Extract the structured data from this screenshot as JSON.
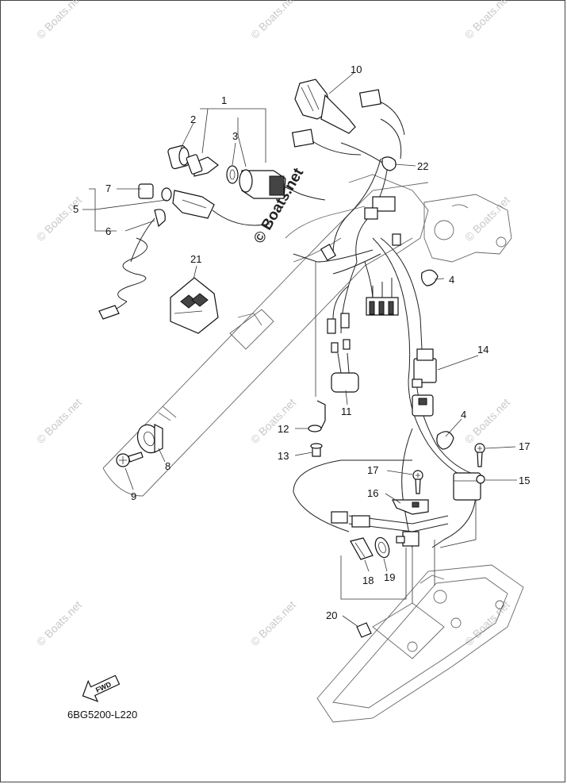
{
  "diagram": {
    "code": "6BG5200-L220",
    "fwd_label": "FWD",
    "watermark_small": "© Boats.net",
    "watermark_large": "© Boats.net",
    "part_labels": [
      {
        "id": "p1",
        "text": "1"
      },
      {
        "id": "p2",
        "text": "2"
      },
      {
        "id": "p3",
        "text": "3"
      },
      {
        "id": "p4a",
        "text": "4"
      },
      {
        "id": "p4b",
        "text": "4"
      },
      {
        "id": "p5",
        "text": "5"
      },
      {
        "id": "p6",
        "text": "6"
      },
      {
        "id": "p7",
        "text": "7"
      },
      {
        "id": "p8",
        "text": "8"
      },
      {
        "id": "p9",
        "text": "9"
      },
      {
        "id": "p10",
        "text": "10"
      },
      {
        "id": "p11",
        "text": "11"
      },
      {
        "id": "p12",
        "text": "12"
      },
      {
        "id": "p13",
        "text": "13"
      },
      {
        "id": "p14",
        "text": "14"
      },
      {
        "id": "p15",
        "text": "15"
      },
      {
        "id": "p16",
        "text": "16"
      },
      {
        "id": "p17a",
        "text": "17"
      },
      {
        "id": "p17b",
        "text": "17"
      },
      {
        "id": "p18",
        "text": "18"
      },
      {
        "id": "p19",
        "text": "19"
      },
      {
        "id": "p20",
        "text": "20"
      },
      {
        "id": "p21",
        "text": "21"
      },
      {
        "id": "p22",
        "text": "22"
      }
    ]
  }
}
